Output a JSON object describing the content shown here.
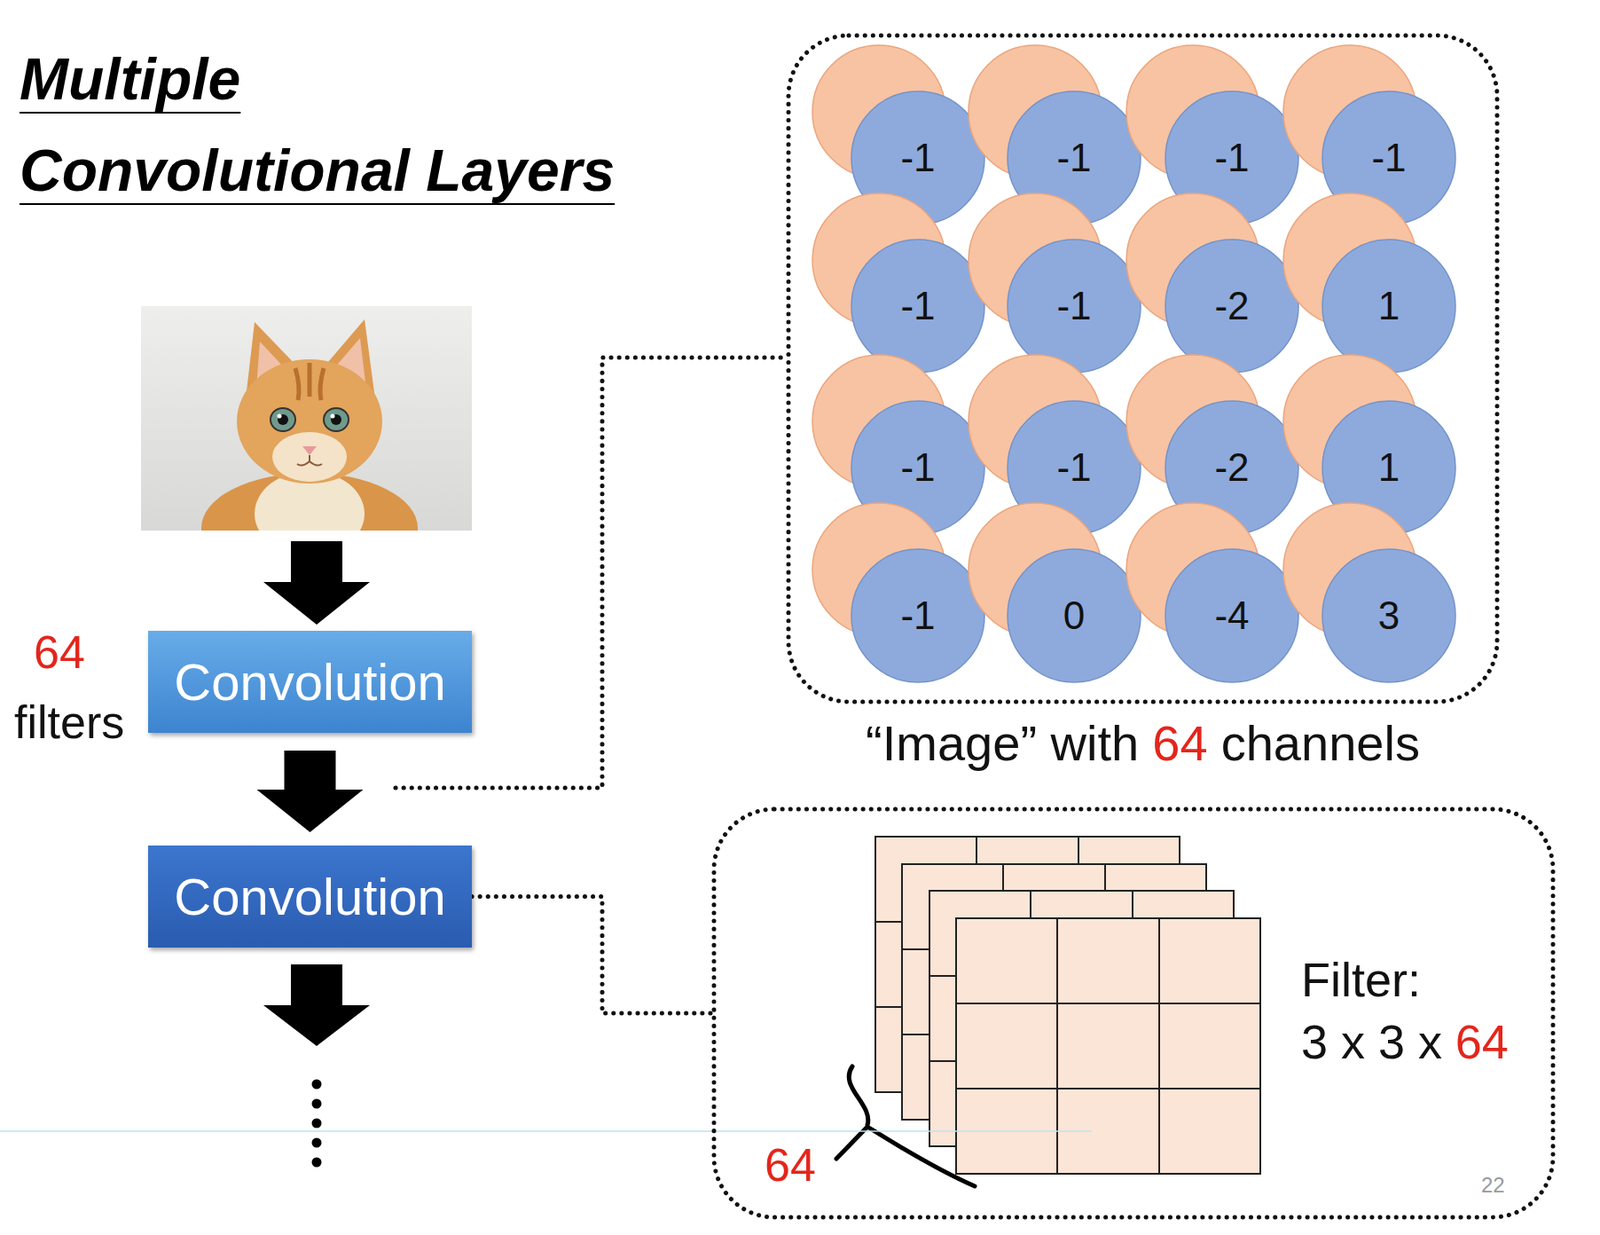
{
  "diagram": {
    "title": "Multiple Convolutional Layers",
    "nodes": [
      {
        "text": [
          "Convolution"
        ]
      },
      {
        "text": [
          "Convolution"
        ]
      },
      {
        "text": [
          "“Image” with",
          "64",
          "channels"
        ]
      },
      {
        "text": [
          "-1"
        ],
        "in": 2
      },
      {
        "text": [
          "-1"
        ],
        "in": 2
      },
      {
        "text": [
          "-1"
        ],
        "in": 2
      },
      {
        "text": [
          "-1"
        ],
        "in": 2
      },
      {
        "text": [
          "-1"
        ],
        "in": 2
      },
      {
        "text": [
          "-1"
        ],
        "in": 2
      },
      {
        "text": [
          "-2"
        ],
        "in": 2
      },
      {
        "text": [
          "1"
        ],
        "in": 2
      },
      {
        "text": [
          "-1"
        ],
        "in": 2
      },
      {
        "text": [
          "-1"
        ],
        "in": 2
      },
      {
        "text": [
          "-2"
        ],
        "in": 2
      },
      {
        "text": [
          "1"
        ],
        "in": 2
      },
      {
        "text": [
          "-1"
        ],
        "in": 2
      },
      {
        "text": [
          "0"
        ],
        "in": 2
      },
      {
        "text": [
          "-4"
        ],
        "in": 2
      },
      {
        "text": [
          "3"
        ],
        "in": 2
      },
      {
        "text": [
          "Filter:",
          "3 x 3 x",
          "64"
        ]
      }
    ],
    "edges": [
      {
        "from": 0,
        "to": 1,
        "arrow": "to"
      },
      {
        "from": 1,
        "to": 19,
        "arrow": "none"
      }
    ],
    "labels": [
      "64",
      "filters",
      "64",
      "22"
    ]
  }
}
